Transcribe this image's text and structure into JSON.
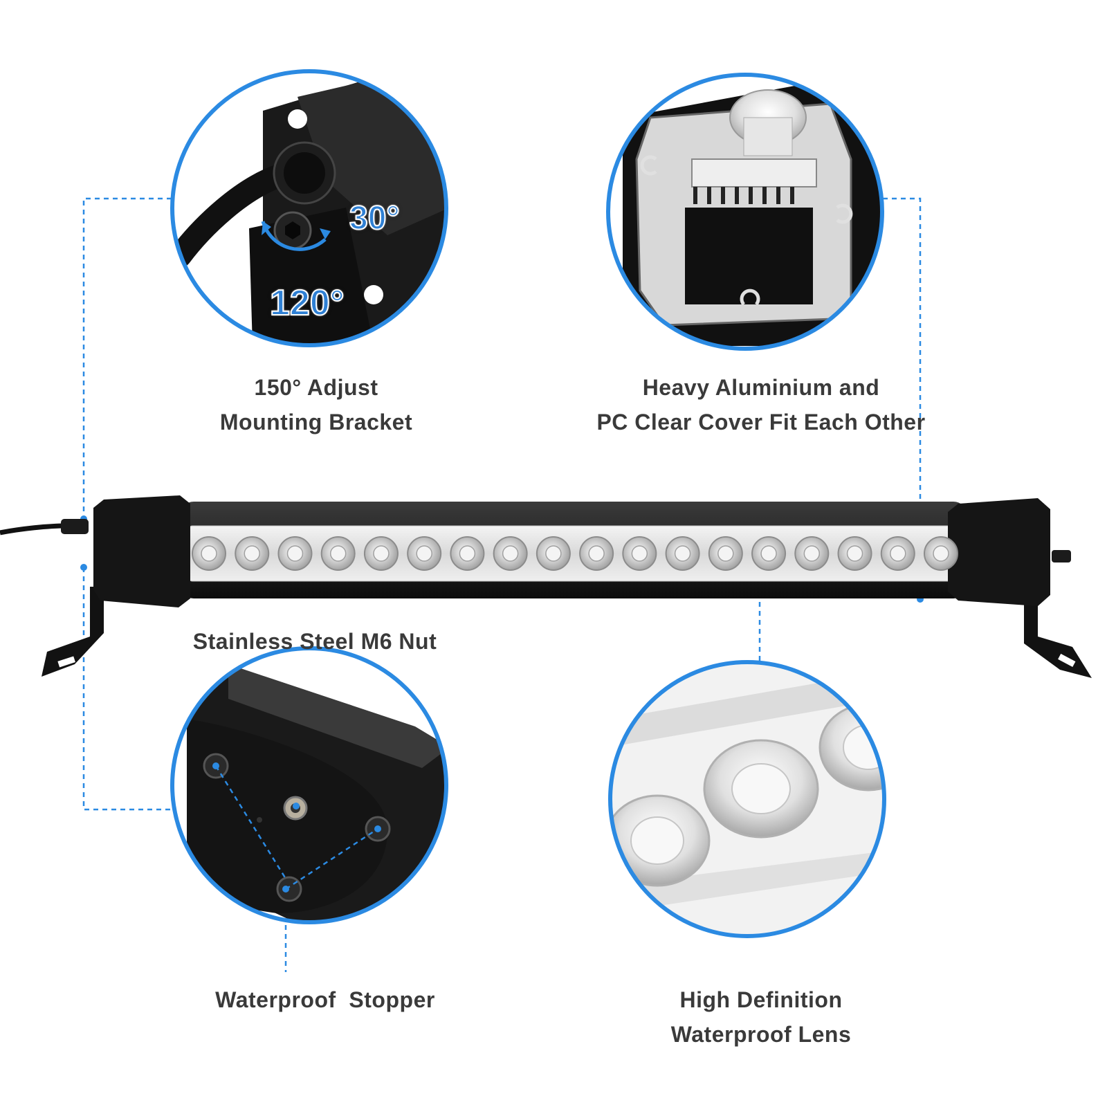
{
  "accent_color": "#2b8ae2",
  "features": {
    "bracket": {
      "line1": "150° Adjust",
      "line2": "Mounting Bracket",
      "angle_small": "30°",
      "angle_large": "120°"
    },
    "aluminium": {
      "line1": "Heavy Aluminium and",
      "line2": "PC Clear Cover Fit Each Other"
    },
    "nut": {
      "label": "Stainless Steel M6 Nut"
    },
    "stopper": {
      "label": "Waterproof  Stopper"
    },
    "lens": {
      "line1": "High Definition",
      "line2": "Waterproof Lens"
    }
  },
  "product": {
    "led_count": 18
  },
  "icons": [
    "rotate-arrow-icon",
    "cable-icon",
    "screw-icon"
  ]
}
